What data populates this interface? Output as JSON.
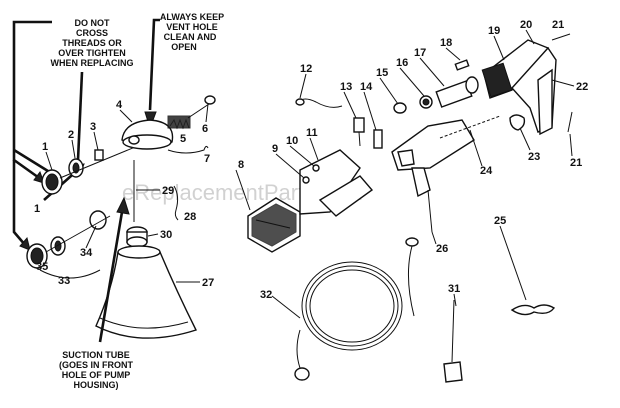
{
  "notes": {
    "do_not_cross": [
      "DO NOT",
      "CROSS",
      "THREADS OR",
      "OVER TIGHTEN",
      "WHEN REPLACING"
    ],
    "vent_hole": [
      "ALWAYS KEEP",
      "VENT HOLE",
      "CLEAN AND",
      "OPEN"
    ],
    "suction_tube": [
      "SUCTION TUBE",
      "(GOES IN FRONT",
      "HOLE OF PUMP",
      "HOUSING)"
    ]
  },
  "watermark": "eReplacementParts.com",
  "callouts": [
    "1",
    "2",
    "3",
    "4",
    "5",
    "6",
    "7",
    "8",
    "9",
    "10",
    "11",
    "12",
    "13",
    "14",
    "15",
    "16",
    "17",
    "18",
    "19",
    "20",
    "21",
    "22",
    "23",
    "24",
    "25",
    "26",
    "27",
    "28",
    "29",
    "30",
    "31",
    "32",
    "33",
    "34",
    "35",
    "1",
    "21"
  ]
}
